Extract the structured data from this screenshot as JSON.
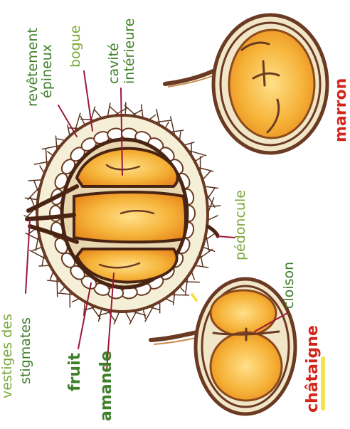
{
  "colors": {
    "label_green": "#3f7f2a",
    "label_green_light": "#7aa83a",
    "label_red": "#d2261c",
    "leader_line": "#9a1838",
    "husk": "#6a3a22",
    "fruit_fill": "#f2a22a",
    "highlight_yellow": "#f4e34a"
  },
  "labels": {
    "revetement": "revêtement",
    "epineux": "épineux",
    "bogue": "bogue",
    "cavite": "cavité",
    "interieure": "intérieure",
    "pedoncule": "pédoncule",
    "vestiges": "vestiges des",
    "stigmates": "stigmates",
    "fruit": "fruit",
    "amande": "amande",
    "cloison": "cloison",
    "chataigne": "châtaigne",
    "marron": "marron"
  }
}
